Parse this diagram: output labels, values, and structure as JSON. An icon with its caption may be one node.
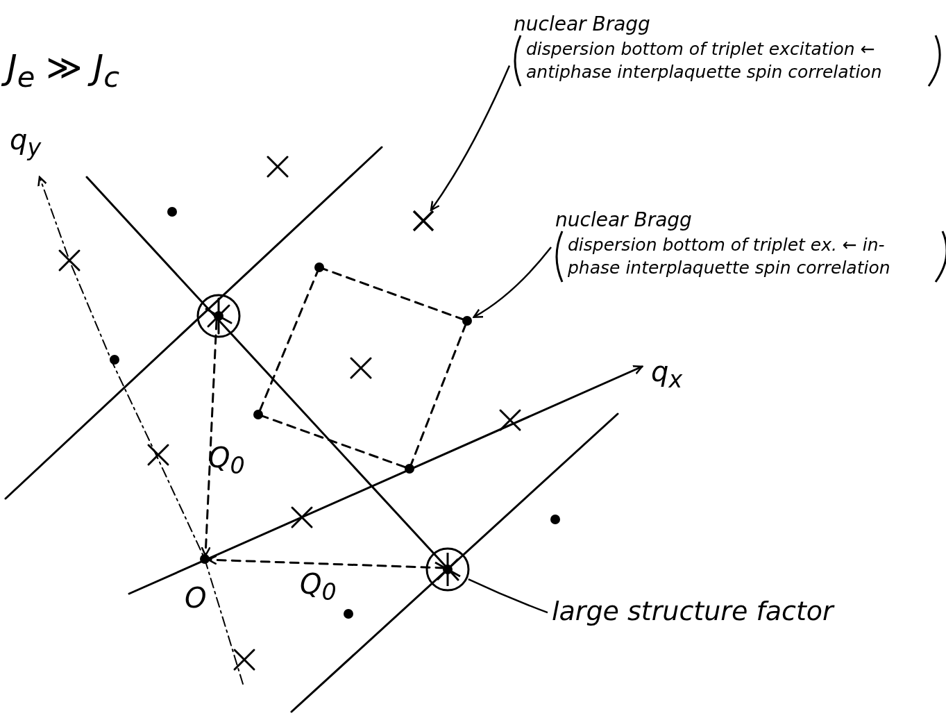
{
  "diagram": {
    "nodes": [
      {
        "text": [
          "nuclear Bragg",
          "dispersion bottom of triplet excitation ← antiphase interplaquette spin correlation"
        ]
      },
      {
        "text": [],
        "shape": "cross"
      },
      {
        "text": [
          "nuclear Bragg",
          "dispersion bottom of triplet ex. ← in-phase interplaquette spin correlation"
        ]
      },
      {
        "text": [],
        "shape": "circle"
      },
      {
        "text": [
          "large structure factor"
        ]
      },
      {
        "text": [],
        "shape": "circle"
      }
    ],
    "edges": [
      {
        "from": 0,
        "to": 1,
        "arrow": "to"
      },
      {
        "from": 2,
        "to": 3,
        "arrow": "to"
      },
      {
        "from": 4,
        "to": 5,
        "arrow": "none"
      }
    ],
    "labels": [
      "J$_{e}$ ≫ J$_{c}$",
      "q$_{y}$",
      "q$_{x}$",
      "Q$_{0}$",
      "O",
      "Q$_{0}$"
    ]
  }
}
